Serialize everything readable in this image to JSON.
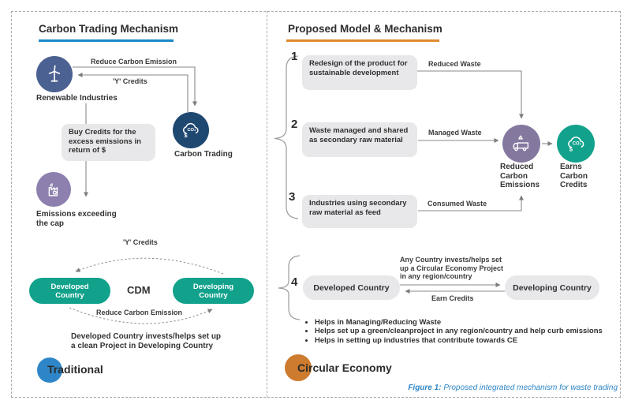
{
  "left_panel": {
    "title": "Carbon Trading Mechanism",
    "renewable_industries": "Renewable Industries",
    "reduce_carbon_emission": "Reduce Carbon Emission",
    "y_credits": "'Y' Credits",
    "carbon_trading": "Carbon Trading",
    "buy_credits": "Buy Credits for the excess emissions in return of $",
    "emissions_exceeding": "Emissions exceeding the cap",
    "cdm_y_credits": "'Y' Credits",
    "developed_country": "Developed Country",
    "cdm": "CDM",
    "developing_country": "Developing Country",
    "cdm_reduce_carbon_emission": "Reduce Carbon Emission",
    "note": "Developed Country invests/helps set up a clean Project in Developing Country",
    "legend": "Traditional"
  },
  "right_panel": {
    "title": "Proposed Model & Mechanism",
    "steps": [
      {
        "num": "1",
        "text": "Redesign of the product for sustainable development",
        "arrow_label": "Reduced Waste"
      },
      {
        "num": "2",
        "text": "Waste managed and shared as secondary raw material",
        "arrow_label": "Managed Waste"
      },
      {
        "num": "3",
        "text": "Industries using secondary raw material as feed",
        "arrow_label": "Consumed Waste"
      }
    ],
    "reduced_carbon_emissions": "Reduced Carbon Emissions",
    "earns_carbon_credits": "Earns Carbon Credits",
    "step4": {
      "num": "4",
      "developed_country": "Developed Country",
      "developing_country": "Developing Country",
      "invest_label": "Any Country invests/helps set up a Circular Economy Project in any region/country",
      "earn_credits": "Earn Credits"
    },
    "bullets": [
      "Helps in Managing/Reducing Waste",
      "Helps set up a green/cleanproject in any region/country and help curb emissions",
      "Helps in setting up industries that contribute towards CE"
    ],
    "legend": "Circular Economy",
    "caption": {
      "prefix": "Figure 1:",
      "text": " Proposed integrated mechanism for waste trading"
    }
  },
  "icons": {
    "wind_turbine": "wind-turbine-icon",
    "carbon_cloud": "cloud-co2-dollar-icon",
    "factory": "factory-emissions-icon",
    "recycle_truck": "recycle-truck-icon",
    "credits_cloud": "cloud-co2-dollar-icon"
  },
  "colors": {
    "rule_blue": "#1b87c9",
    "rule_orange": "#e08a2e",
    "steel_blue_circle": "#4b6191",
    "navy_circle": "#1f4871",
    "purple_circle_left": "#8d80ae",
    "purple_circle_right": "#84789f",
    "teal": "#12a28c",
    "traditional_blue": "#2e86c8",
    "circular_orange": "#cd7b2e",
    "gray_box": "#e8e8ea",
    "arrow_gray": "#7d7d7d",
    "caption_blue": "#2e86c8"
  }
}
